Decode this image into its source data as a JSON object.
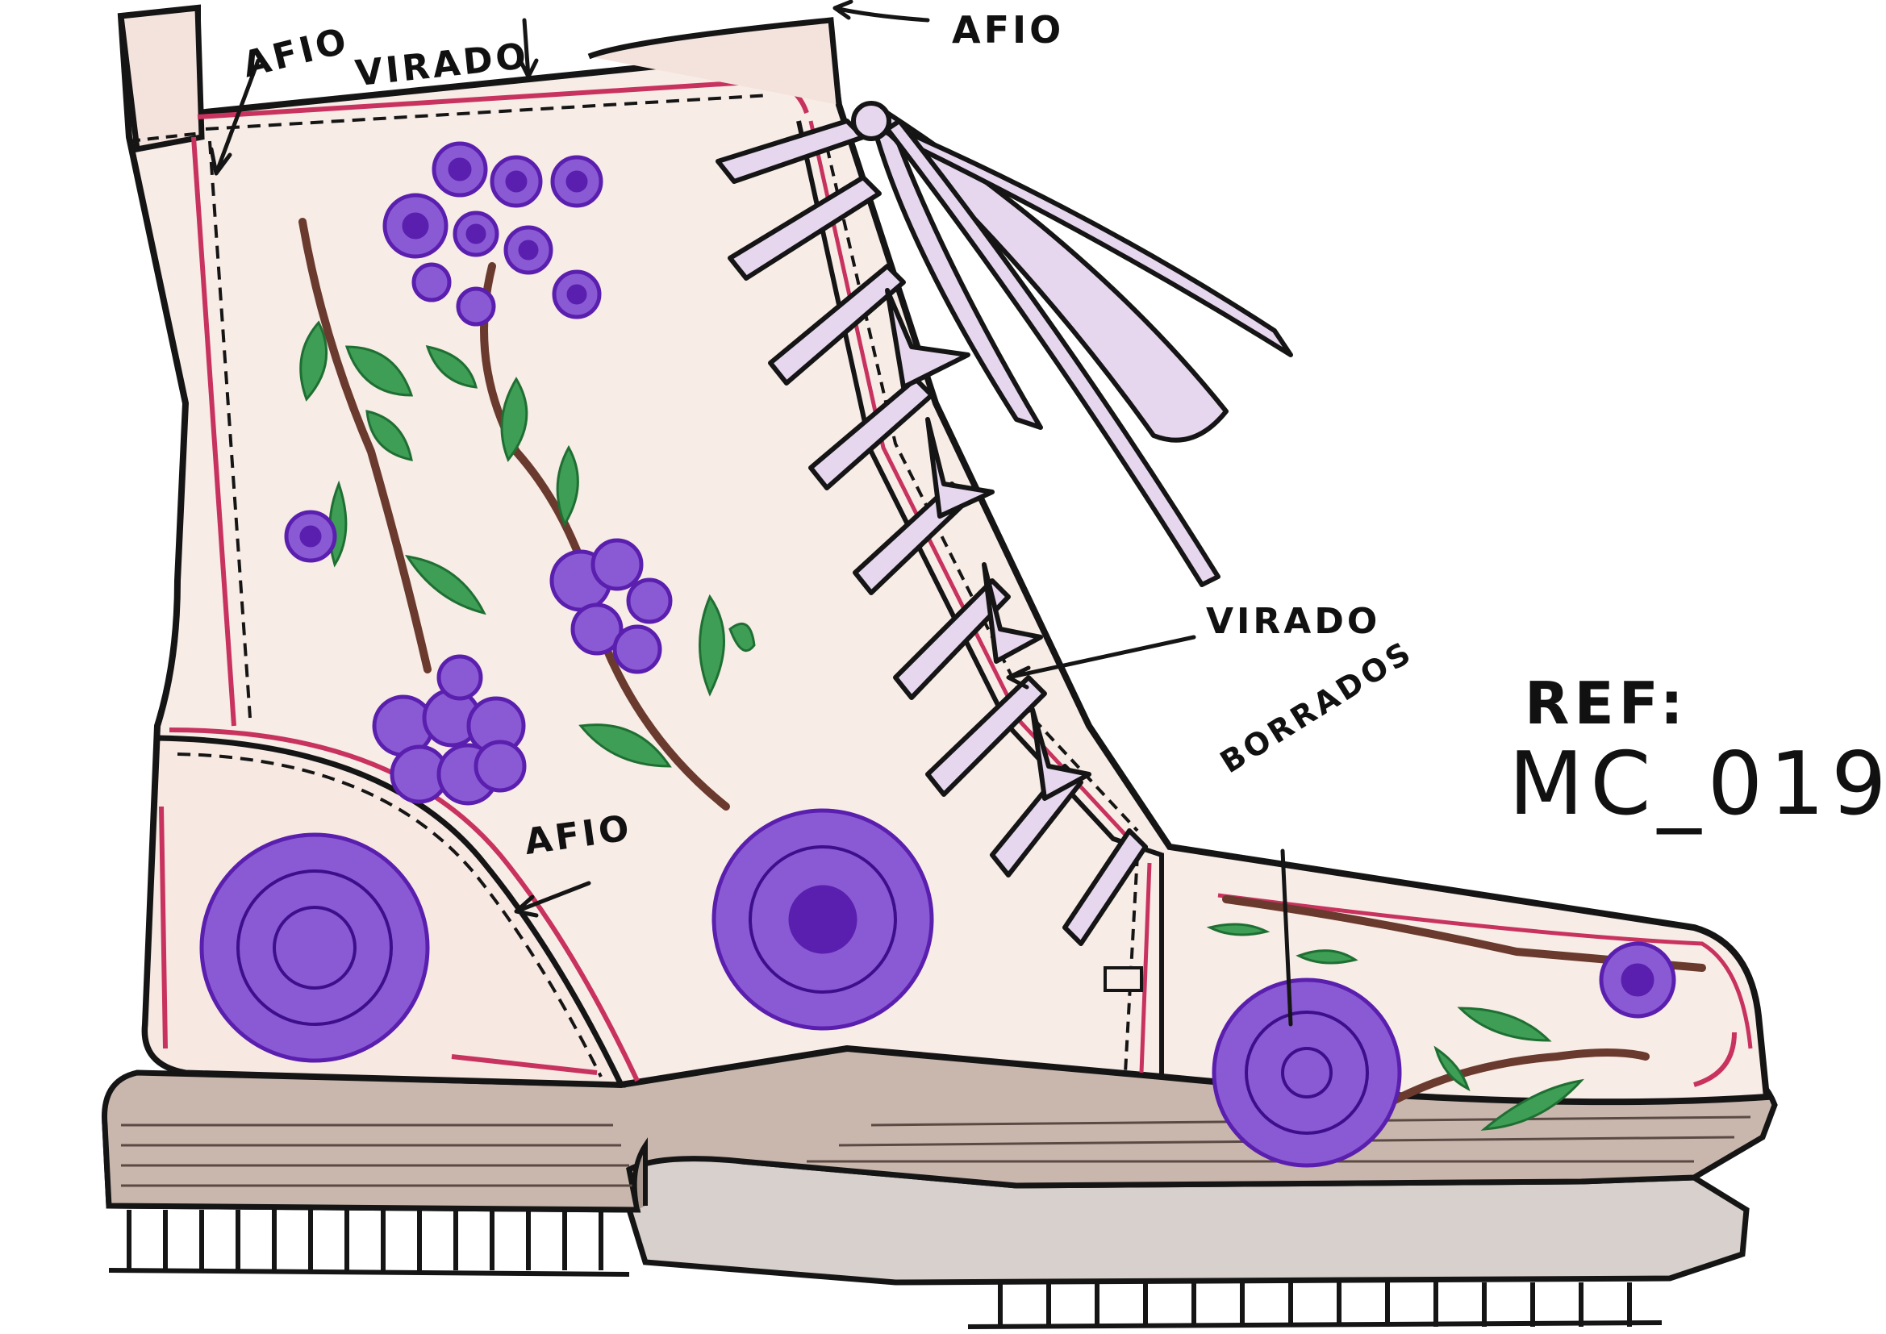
{
  "annotations": {
    "afio_top_left": "AFIO",
    "virado_top": "VIRADO",
    "afio_top_right": "AFIO",
    "virado_right": "VIRADO",
    "borrados": "BORRADOS",
    "afio_lower": "AFIO"
  },
  "reference": {
    "label": "REF:",
    "code": "MC_019"
  },
  "colors": {
    "outline": "#151515",
    "leather": "#f8ece6",
    "trim": "#c8325e",
    "flower": "#6a2bb8",
    "leaf": "#3e9e55",
    "branch": "#6b3a2e",
    "sole": "#bfaea4",
    "lace": "#d9c8e6"
  },
  "icons": [
    "arrow-icon",
    "flower-icon",
    "leaf-icon",
    "lace-icon"
  ]
}
